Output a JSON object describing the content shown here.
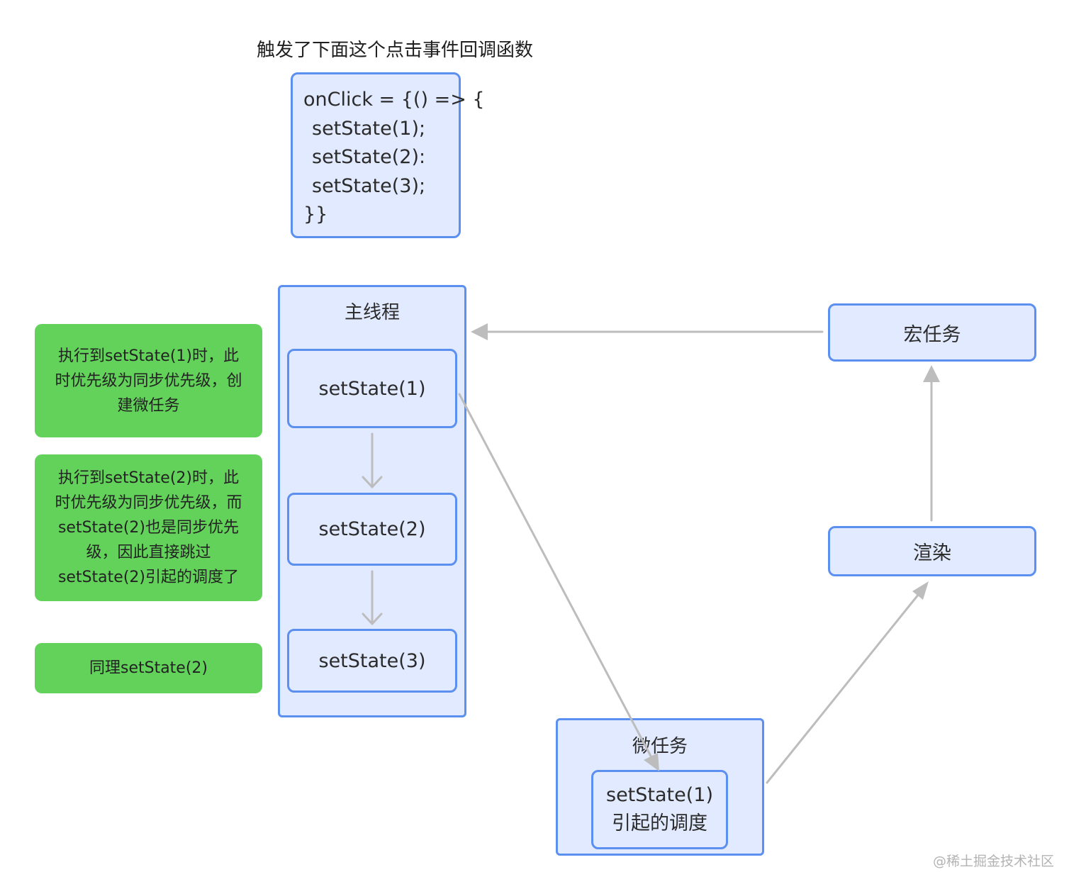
{
  "heading": "触发了下面这个点击事件回调函数",
  "code": {
    "lines": [
      "onClick = {() => {",
      "setState(1);",
      "setState(2):",
      "setState(3);",
      "}}"
    ]
  },
  "main_thread": {
    "title": "主线程",
    "steps": [
      "setState(1)",
      "setState(2)",
      "setState(3)"
    ]
  },
  "notes": [
    [
      "执行到setState(1)时，此",
      "时优先级为同步优先级，创",
      "建微任务"
    ],
    [
      "执行到setState(2)时，此",
      "时优先级为同步优先级，而",
      "setState(2)也是同步优先",
      "级，因此直接跳过",
      "setState(2)引起的调度了"
    ],
    [
      "同理setState(2)"
    ]
  ],
  "macro_task": "宏任务",
  "render": "渲染",
  "micro_task": {
    "title": "微任务",
    "inner": [
      "setState(1)",
      "引起的调度"
    ]
  },
  "watermark": "@稀土掘金技术社区",
  "colors": {
    "node_fill": "#e2eaff",
    "node_border": "#5b8ff0",
    "note_fill": "#63d25a",
    "arrow": "#bdbdbd"
  }
}
